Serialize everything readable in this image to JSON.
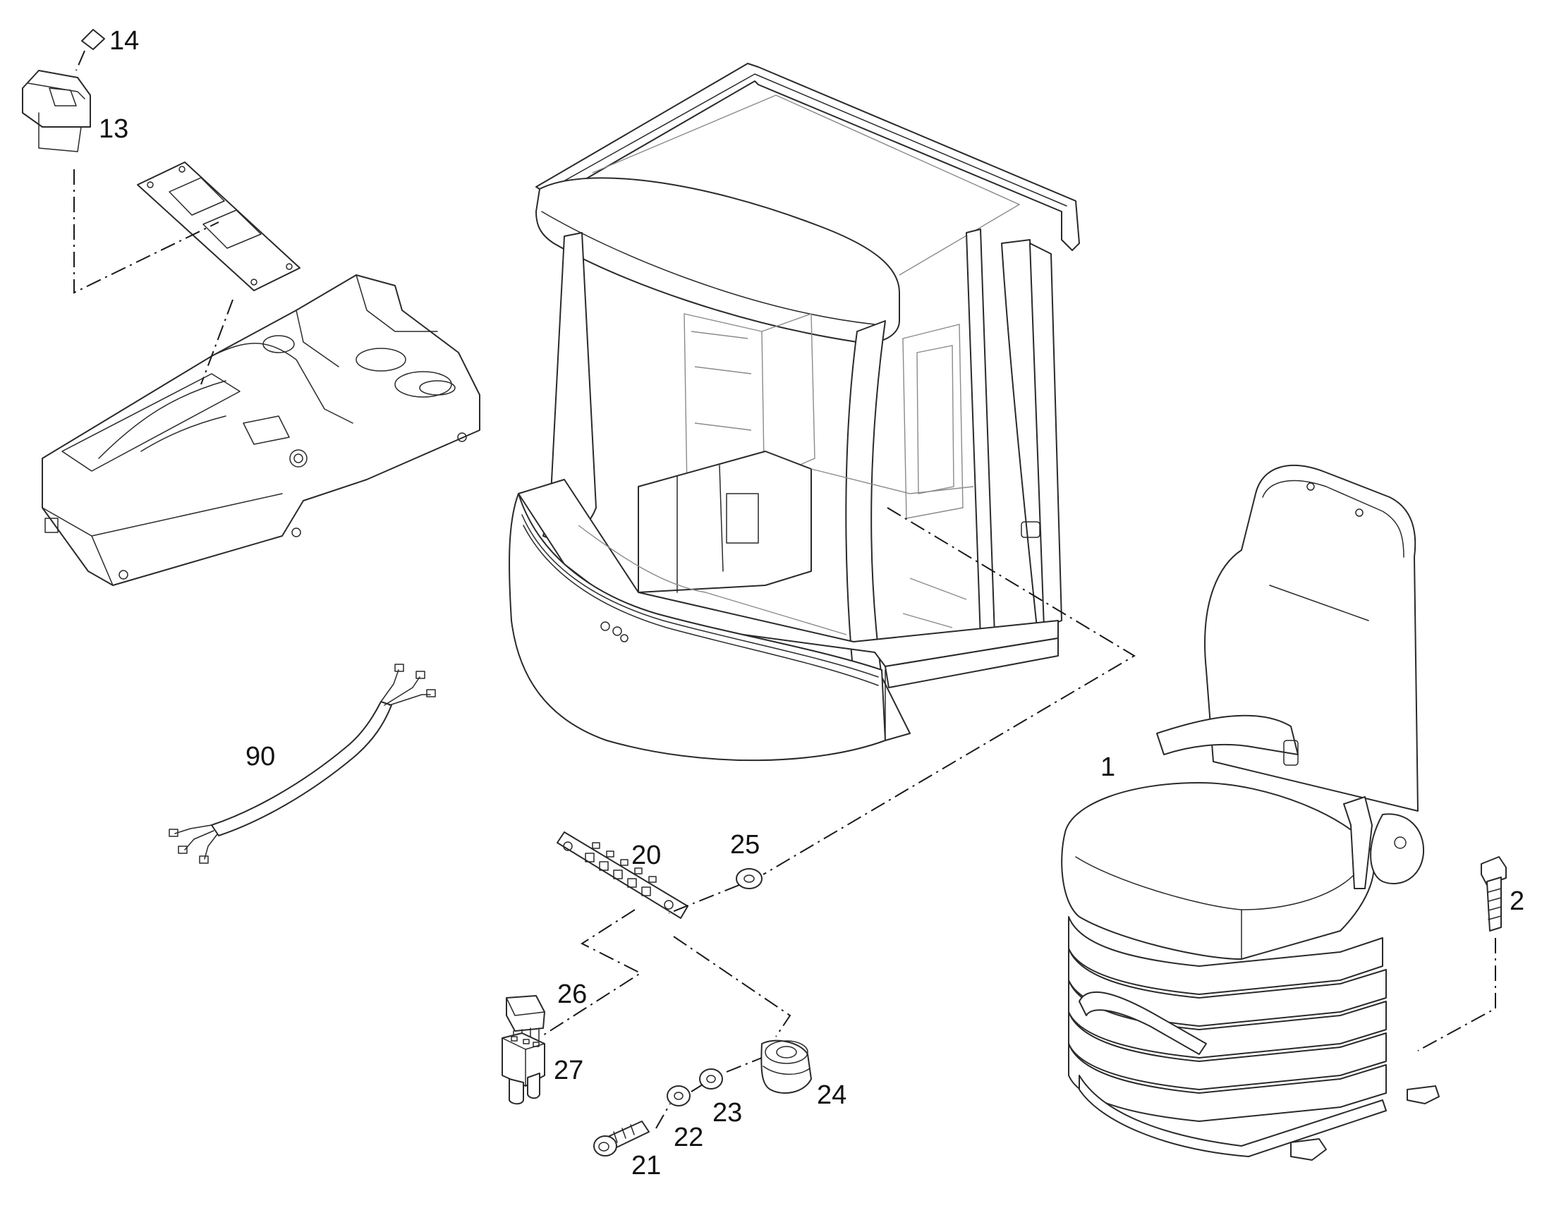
{
  "labels": {
    "seat": "1",
    "bolt": "2",
    "rocker_switch": "13",
    "switch_cap": "14",
    "fuse_panel": "20",
    "screw": "21",
    "washer_22": "22",
    "washer_23": "23",
    "grommet": "24",
    "washer_25": "25",
    "fuse": "26",
    "relay": "27",
    "wire_harness": "90"
  }
}
